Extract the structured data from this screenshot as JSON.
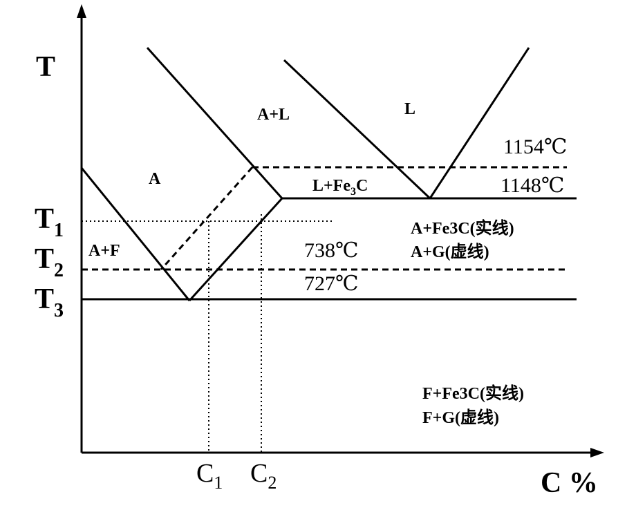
{
  "axes": {
    "y_label": "T",
    "x_label": "C %",
    "y_ticks": [
      {
        "main": "T",
        "sub": "1"
      },
      {
        "main": "T",
        "sub": "2"
      },
      {
        "main": "T",
        "sub": "3"
      }
    ],
    "x_ticks": [
      {
        "main": "C",
        "sub": "1"
      },
      {
        "main": "C",
        "sub": "2"
      }
    ]
  },
  "regions": {
    "austenite": "A",
    "austenite_liquid": "A+L",
    "liquid": "L",
    "liquid_cementite": {
      "main": "L+Fe",
      "sub": "3",
      "tail": "C"
    },
    "austenite_ferrite": "A+F",
    "austenite_cementite": "A+Fe3C(实线)",
    "austenite_graphite": "A+G(虚线)",
    "ferrite_cementite": "F+Fe3C(实线)",
    "ferrite_graphite": "F+G(虚线)"
  },
  "temperatures": {
    "t1154": "1154℃",
    "t1148": "1148℃",
    "t738": "738℃",
    "t727": "727℃"
  },
  "legend_meaning": {
    "solid": "实线",
    "dashed": "虚线"
  }
}
